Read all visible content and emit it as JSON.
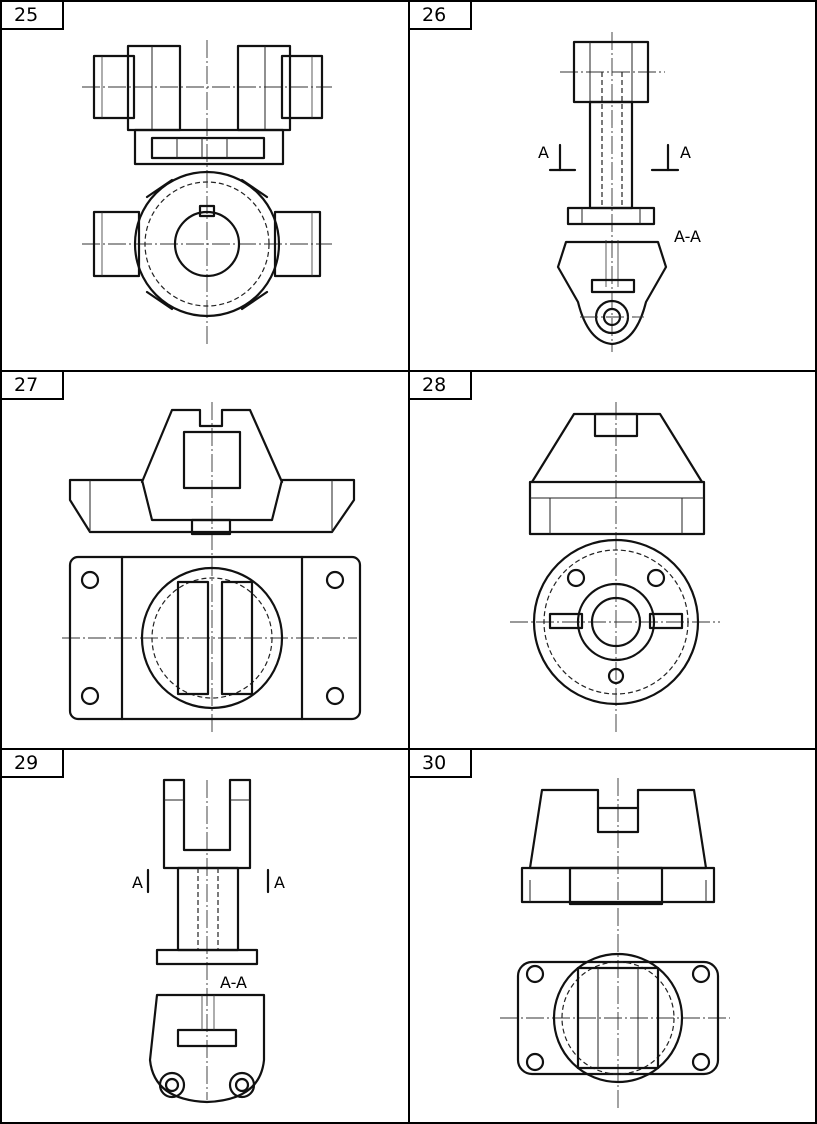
{
  "panels": [
    {
      "number": "25"
    },
    {
      "number": "26",
      "annotations": {
        "section_left": "A",
        "section_right": "A",
        "section_view": "A-A"
      }
    },
    {
      "number": "27"
    },
    {
      "number": "28"
    },
    {
      "number": "29",
      "annotations": {
        "section_left": "A",
        "section_right": "A",
        "section_view": "A-A"
      }
    },
    {
      "number": "30"
    }
  ]
}
